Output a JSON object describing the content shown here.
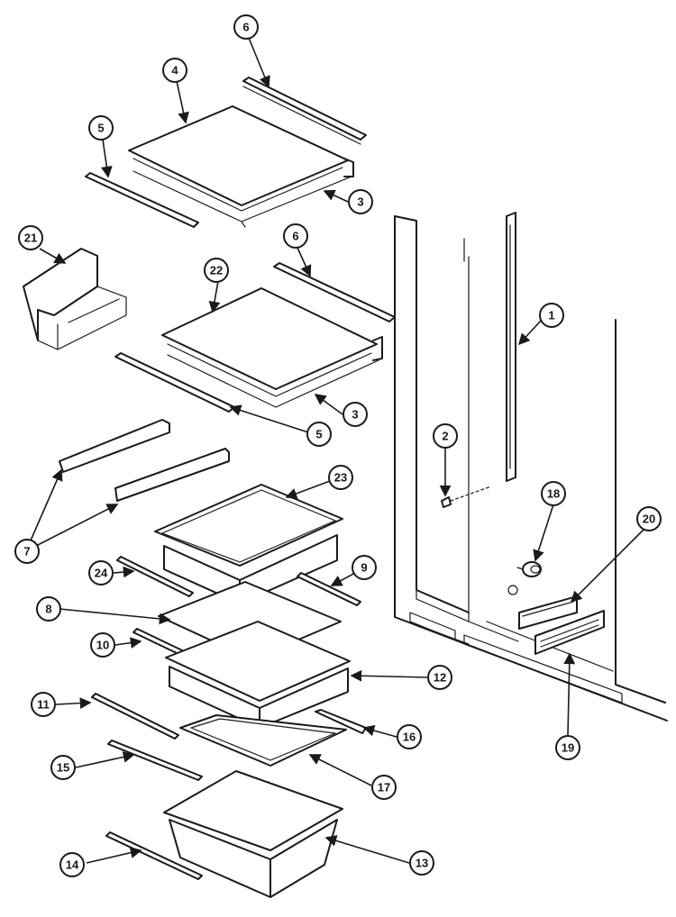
{
  "callouts": {
    "c6a": "6",
    "c4": "4",
    "c5a": "5",
    "c3a": "3",
    "c21": "21",
    "c6b": "6",
    "c22": "22",
    "c3b": "3",
    "c5b": "5",
    "c1": "1",
    "c2": "2",
    "c18": "18",
    "c20": "20",
    "c19": "19",
    "c7": "7",
    "c23": "23",
    "c24": "24",
    "c9": "9",
    "c8": "8",
    "c10": "10",
    "c12": "12",
    "c11": "11",
    "c16": "16",
    "c15": "15",
    "c17": "17",
    "c14": "14",
    "c13": "13"
  }
}
